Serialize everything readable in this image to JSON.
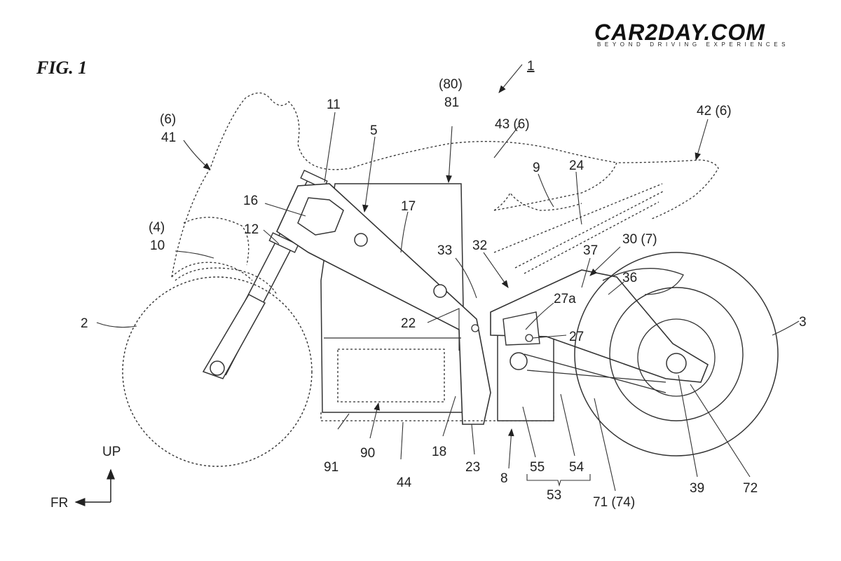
{
  "figure_title": "FIG. 1",
  "brand": {
    "name": "CAR2DAY.COM",
    "tagline": "BEYOND DRIVING EXPERIENCES"
  },
  "labels": {
    "l1": "1",
    "l2": "2",
    "l3": "3",
    "l5": "5",
    "l6a": "(6)",
    "l41": "41",
    "l11": "11",
    "l80": "(80)",
    "l81": "81",
    "l43": "43 (6)",
    "l42": "42 (6)",
    "l9": "9",
    "l24": "24",
    "l16": "16",
    "l17": "17",
    "l4": "(4)",
    "l10": "10",
    "l12": "12",
    "l33": "33",
    "l32": "32",
    "l37": "37",
    "l30": "30 (7)",
    "l36": "36",
    "l27a": "27a",
    "l22": "22",
    "l27": "27",
    "l91": "91",
    "l90": "90",
    "l44": "44",
    "l18": "18",
    "l23": "23",
    "l8": "8",
    "l55": "55",
    "l54": "54",
    "l53": "53",
    "l71": "71 (74)",
    "l39": "39",
    "l72": "72",
    "up": "UP",
    "fr": "FR"
  },
  "line_color": "#333333"
}
